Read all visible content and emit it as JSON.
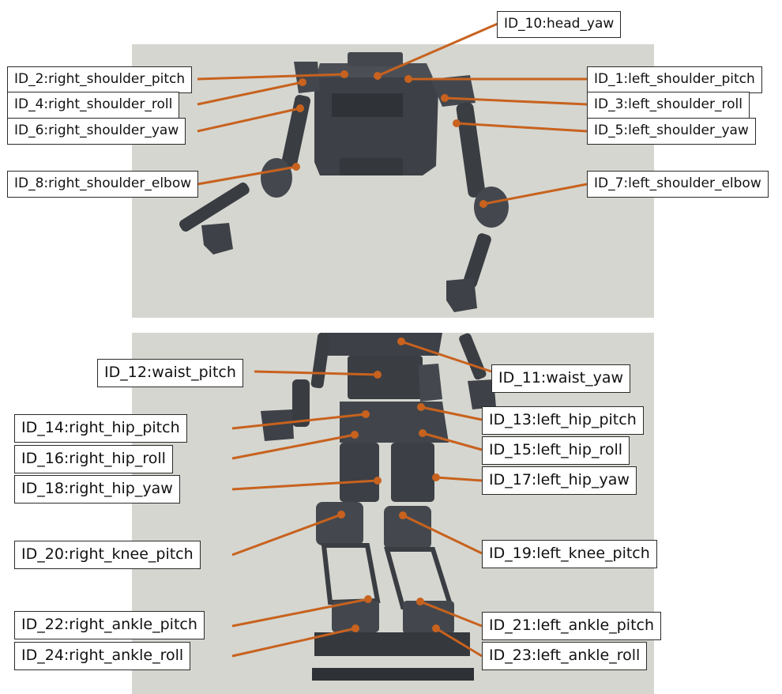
{
  "figure": {
    "upper_body_labels": [
      {
        "id": "head-yaw",
        "text": "ID_10:head_yaw"
      },
      {
        "id": "right-shoulder-pitch",
        "text": "ID_2:right_shoulder_pitch"
      },
      {
        "id": "right-shoulder-roll",
        "text": "ID_4:right_shoulder_roll"
      },
      {
        "id": "right-shoulder-yaw",
        "text": "ID_6:right_shoulder_yaw"
      },
      {
        "id": "right-shoulder-elbow",
        "text": "ID_8:right_shoulder_elbow"
      },
      {
        "id": "left-shoulder-pitch",
        "text": "ID_1:left_shoulder_pitch"
      },
      {
        "id": "left-shoulder-roll",
        "text": "ID_3:left_shoulder_roll"
      },
      {
        "id": "left-shoulder-yaw",
        "text": "ID_5:left_shoulder_yaw"
      },
      {
        "id": "left-shoulder-elbow",
        "text": "ID_7:left_shoulder_elbow"
      }
    ],
    "lower_body_labels": [
      {
        "id": "waist-pitch",
        "text": "ID_12:waist_pitch"
      },
      {
        "id": "waist-yaw",
        "text": "ID_11:waist_yaw"
      },
      {
        "id": "right-hip-pitch",
        "text": "ID_14:right_hip_pitch"
      },
      {
        "id": "right-hip-roll",
        "text": "ID_16:right_hip_roll"
      },
      {
        "id": "right-hip-yaw",
        "text": "ID_18:right_hip_yaw"
      },
      {
        "id": "right-knee-pitch",
        "text": "ID_20:right_knee_pitch"
      },
      {
        "id": "right-ankle-pitch",
        "text": "ID_22:right_ankle_pitch"
      },
      {
        "id": "right-ankle-roll",
        "text": "ID_24:right_ankle_roll"
      },
      {
        "id": "left-hip-pitch",
        "text": "ID_13:left_hip_pitch"
      },
      {
        "id": "left-hip-roll",
        "text": "ID_15:left_hip_roll"
      },
      {
        "id": "left-hip-yaw",
        "text": "ID_17:left_hip_yaw"
      },
      {
        "id": "left-knee-pitch",
        "text": "ID_19:left_knee_pitch"
      },
      {
        "id": "left-ankle-pitch",
        "text": "ID_21:left_ankle_pitch"
      },
      {
        "id": "left-ankle-roll",
        "text": "ID_23:left_ankle_roll"
      }
    ],
    "colors": {
      "leader_line": "#c8621e",
      "background_panel": "#d5d6d0",
      "robot_dark": "#3a3d42",
      "robot_mid": "#4a4e54",
      "label_border": "#2b2b2b"
    }
  }
}
